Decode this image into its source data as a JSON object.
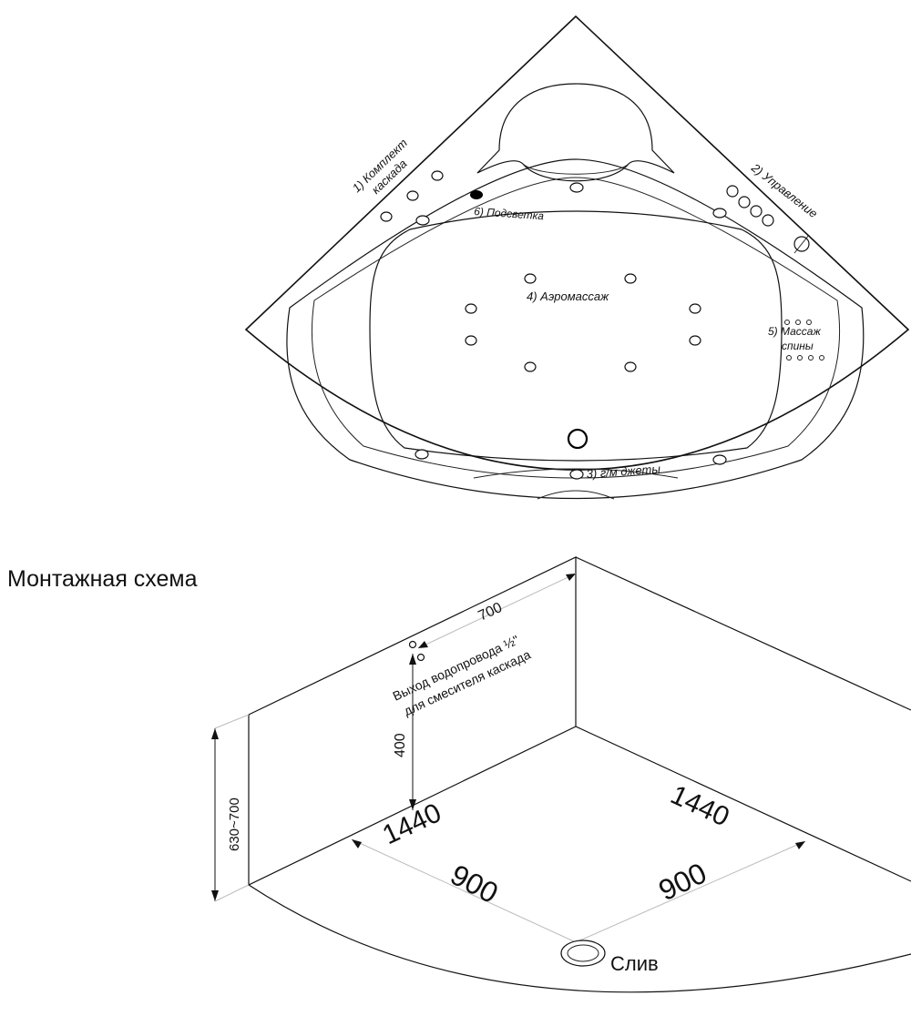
{
  "top_view": {
    "labels": {
      "cascade_1": "1) Комплект",
      "cascade_2": "каскада",
      "control": "2) Управление",
      "hydro_jets": "3) г/м джеты",
      "aero": "4) Аэромассаж",
      "back_1": "5) Массаж",
      "back_2": "спины",
      "light": "6) Подсветка"
    }
  },
  "mounting": {
    "title": "Монтажная схема",
    "dim_700": "700",
    "dim_400": "400",
    "dim_height": "630~700",
    "dim_1440_left": "1440",
    "dim_1440_right": "1440",
    "dim_900_left": "900",
    "dim_900_right": "900",
    "water_outlet_1": "Выход водопровода ½\"",
    "water_outlet_2": "для смесителя каскада",
    "drain": "Слив"
  }
}
